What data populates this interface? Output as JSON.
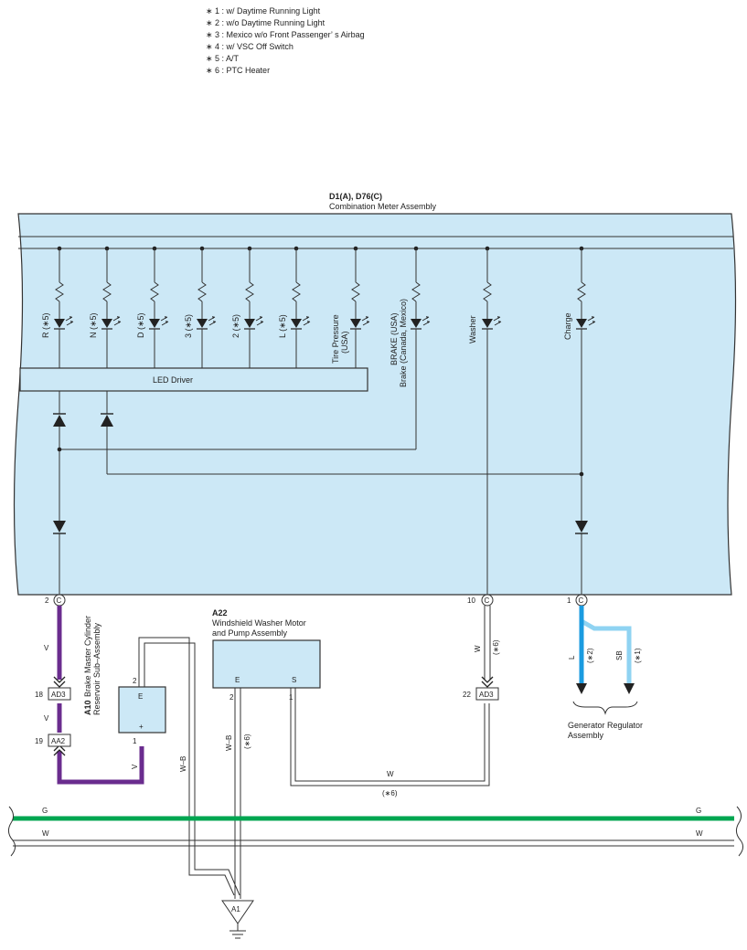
{
  "notes": [
    "∗ 1 : w/ Daytime Running Light",
    "∗ 2 : w/o Daytime Running Light",
    "∗ 3 : Mexico w/o Front Passenger’ s Airbag",
    "∗ 4 : w/ VSC Off Switch",
    "∗ 5 : A/T",
    "∗ 6 : PTC Heater"
  ],
  "meter": {
    "code": "D1(A), D76(C)",
    "name": "Combination Meter Assembly",
    "led_driver": "LED Driver",
    "lamps": {
      "r": "R (∗5)",
      "n": "N (∗5)",
      "d": "D (∗5)",
      "three": "3 (∗5)",
      "two": "2 (∗5)",
      "l": "L (∗5)",
      "tire_1": "Tire Pressure",
      "tire_2": "(USA)",
      "brake_1": "BRAKE (USA)",
      "brake_2": "Brake (Canada, Mexico)",
      "washer": "Washer",
      "charge": "Charge"
    },
    "pins": {
      "p2": "2",
      "p10": "10",
      "p1": "1",
      "conn": "C"
    }
  },
  "brake_reservoir": {
    "code": "A10",
    "name_1": "Brake Master Cylinder",
    "name_2": "Reservoir Sub–Assembly",
    "pin_e": "E",
    "pin_plus": "+",
    "pin_2": "2",
    "pin_1": "1"
  },
  "washer_motor": {
    "code": "A22",
    "name_1": "Windshield Washer Motor",
    "name_2": "and Pump Assembly",
    "pin_e": "E",
    "pin_s": "S",
    "pin_2": "2",
    "pin_1": "1"
  },
  "generator": {
    "name_1": "Generator Regulator",
    "name_2": "Assembly"
  },
  "connectors": {
    "ad3_left": "AD3",
    "ad3_left_pin": "18",
    "aa2": "AA2",
    "aa2_pin": "19",
    "ad3_right": "AD3",
    "ad3_right_pin": "22"
  },
  "ground": {
    "code": "A1"
  },
  "wires": {
    "v1": "V",
    "v2": "V",
    "v3": "V",
    "wb1": "W–B",
    "wb2": "W–B",
    "wb2_note": "(∗6)",
    "w_washer": "W",
    "w_washer_note": "(∗6)",
    "w_bottom": "W",
    "w_bottom_note": "(∗6)",
    "l": "L",
    "l_note": "(∗2)",
    "sb": "SB",
    "sb_note": "(∗1)",
    "g_left": "G",
    "g_right": "G",
    "w_left": "W",
    "w_right": "W"
  },
  "colors": {
    "panel": "#cce8f6",
    "violet": "#6a2c8e",
    "green": "#00a651",
    "blue_l": "#1b9be0",
    "blue_sb": "#8fd3f2"
  }
}
